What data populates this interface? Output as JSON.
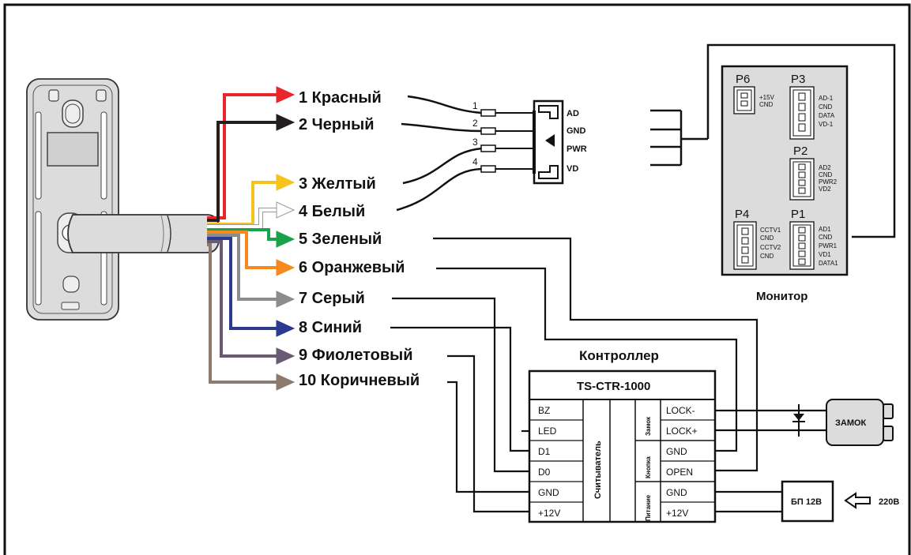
{
  "wires": [
    {
      "label": "1 Красный",
      "color": "#e8262b"
    },
    {
      "label": "2 Черный",
      "color": "#231f20"
    },
    {
      "label": "3 Желтый",
      "color": "#f7c21a"
    },
    {
      "label": "4 Белый",
      "color": "#ffffff"
    },
    {
      "label": "5 Зеленый",
      "color": "#1aa24a"
    },
    {
      "label": "6 Оранжевый",
      "color": "#f58a1f"
    },
    {
      "label": "7 Серый",
      "color": "#8c8c8c"
    },
    {
      "label": "8 Синий",
      "color": "#2b3990"
    },
    {
      "label": "9 Фиолетовый",
      "color": "#6b5a74"
    },
    {
      "label": "10 Коричневый",
      "color": "#8d7a6e"
    }
  ],
  "connector": {
    "pin_numbers": [
      "1",
      "2",
      "3",
      "4"
    ],
    "signals": [
      "AD",
      "GND",
      "PWR",
      "VD"
    ]
  },
  "monitor": {
    "caption": "Монитор",
    "ports": {
      "P6": {
        "name": "P6",
        "pins": [
          "+15V",
          "CND"
        ]
      },
      "P3": {
        "name": "P3",
        "pins": [
          "AD-1",
          "CND",
          "DATA",
          "VD-1"
        ]
      },
      "P2": {
        "name": "P2",
        "pins": [
          "AD2",
          "CND",
          "PWR2",
          "VD2"
        ]
      },
      "P4": {
        "name": "P4",
        "pins": [
          "CCTV1",
          "CND",
          "CCTV2",
          "CND"
        ]
      },
      "P1": {
        "name": "P1",
        "pins": [
          "AD1",
          "CND",
          "PWR1",
          "VD1",
          "DATA1"
        ]
      }
    }
  },
  "controller": {
    "caption": "Контроллер",
    "model": "TS-CTR-1000",
    "reader_label": "Считыватель",
    "reader_pins": [
      "BZ",
      "LED",
      "D1",
      "D0",
      "GND",
      "+12V"
    ],
    "lock_label": "Замок",
    "button_label": "Кнопка",
    "power_label": "Питание",
    "right_pins": [
      "LOCK-",
      "LOCK+",
      "GND",
      "OPEN",
      "GND",
      "+12V"
    ]
  },
  "lock": {
    "label": "ЗАМОК"
  },
  "psu": {
    "label": "БП 12В",
    "input": "220В"
  }
}
